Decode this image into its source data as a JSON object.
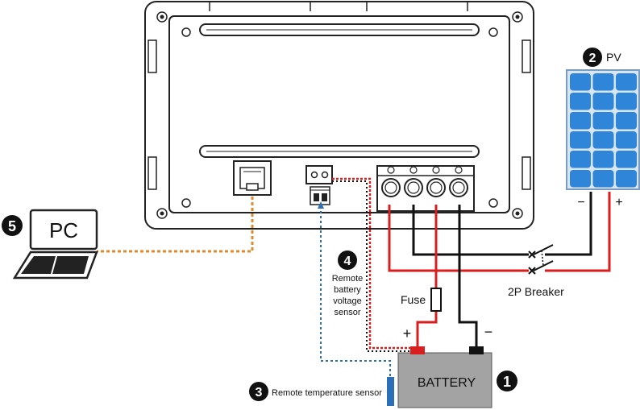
{
  "labels": {
    "pv": "PV",
    "pc": "PC",
    "battery": "BATTERY",
    "fuse": "Fuse",
    "breaker": "2P Breaker",
    "remote_temp": "Remote temperature sensor",
    "remote_voltage": [
      "Remote",
      "battery",
      "voltage",
      "sensor"
    ],
    "plus": "+",
    "minus": "−"
  },
  "badges": {
    "battery": "1",
    "pv": "2",
    "temp_sensor": "3",
    "voltage_sensor": "4",
    "pc": "5"
  },
  "colors": {
    "positive_wire": "#d81e1e",
    "negative_wire": "#111111",
    "comm_wire": "#e08a2c",
    "temp_wire": "#2a6fb8",
    "panel_cell": "#2f86d8",
    "battery_body": "#a3a3a3",
    "battery_post_pos": "#d81e1e",
    "battery_post_neg": "#111111",
    "temp_sensor_probe": "#2a6fb8",
    "badge": "#111111"
  }
}
